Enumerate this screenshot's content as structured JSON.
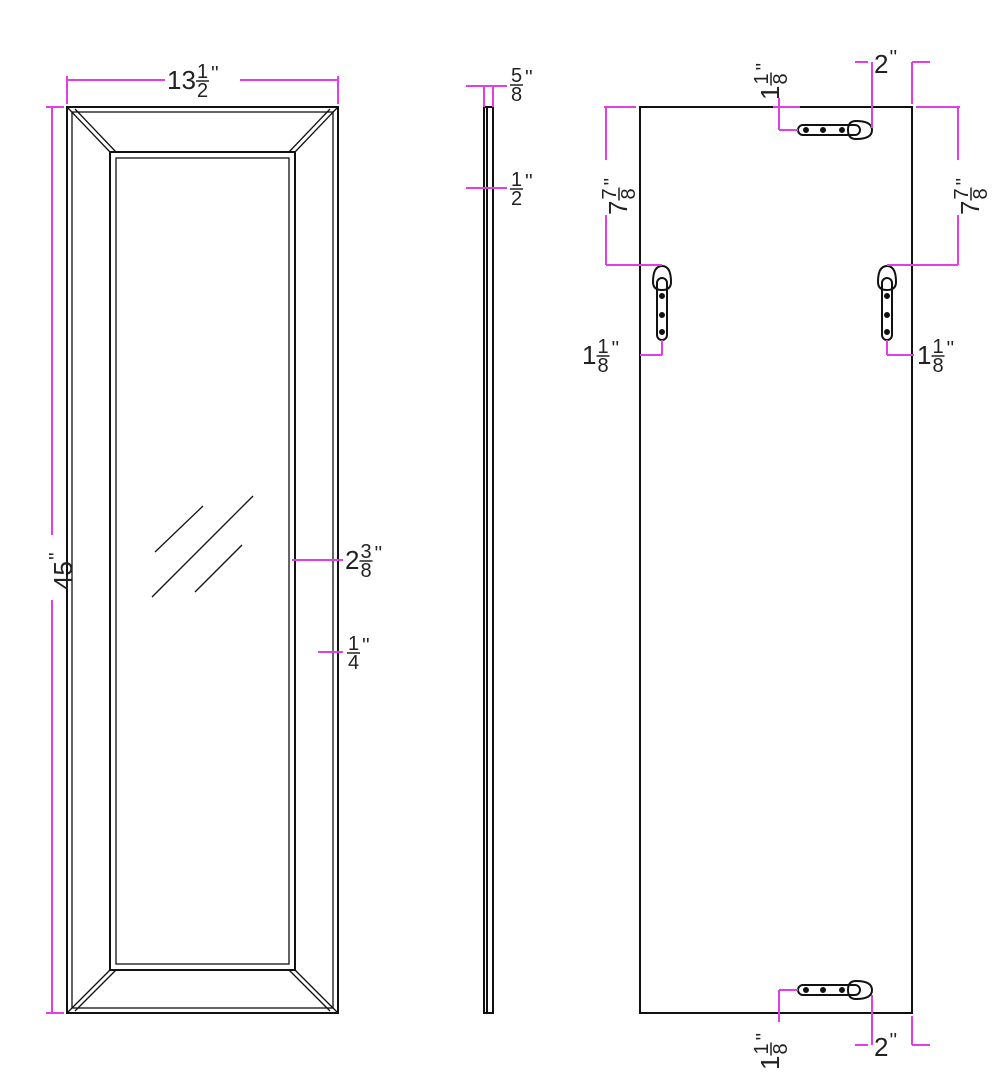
{
  "colors": {
    "dimension": "#e23ee6",
    "outline": "#111111",
    "background": "#ffffff"
  },
  "front_view": {
    "width": {
      "whole": "13",
      "num": "1",
      "den": "2",
      "unit": "''"
    },
    "height": {
      "whole": "45",
      "unit": "''"
    },
    "frame_width": {
      "whole": "2",
      "num": "3",
      "den": "8",
      "unit": "''"
    },
    "frame_edge": {
      "num": "1",
      "den": "4",
      "unit": "''"
    }
  },
  "side_view": {
    "thickness": {
      "num": "5",
      "den": "8",
      "unit": "''"
    },
    "glass": {
      "num": "1",
      "den": "2",
      "unit": "''"
    }
  },
  "back_view": {
    "left_hanger_drop": {
      "whole": "7",
      "num": "7",
      "den": "8",
      "unit": "''"
    },
    "right_hanger_drop": {
      "whole": "7",
      "num": "7",
      "den": "8",
      "unit": "''"
    },
    "top_hanger_offset": {
      "whole": "1",
      "num": "1",
      "den": "8",
      "unit": "''"
    },
    "top_hanger_edge": {
      "whole": "2",
      "unit": "''"
    },
    "left_hanger_inset": {
      "whole": "1",
      "num": "1",
      "den": "8",
      "unit": "''"
    },
    "right_hanger_inset": {
      "whole": "1",
      "num": "1",
      "den": "8",
      "unit": "''"
    },
    "bottom_hanger_offset": {
      "whole": "1",
      "num": "1",
      "den": "8",
      "unit": "''"
    },
    "bottom_hanger_edge": {
      "whole": "2",
      "unit": "''"
    }
  }
}
